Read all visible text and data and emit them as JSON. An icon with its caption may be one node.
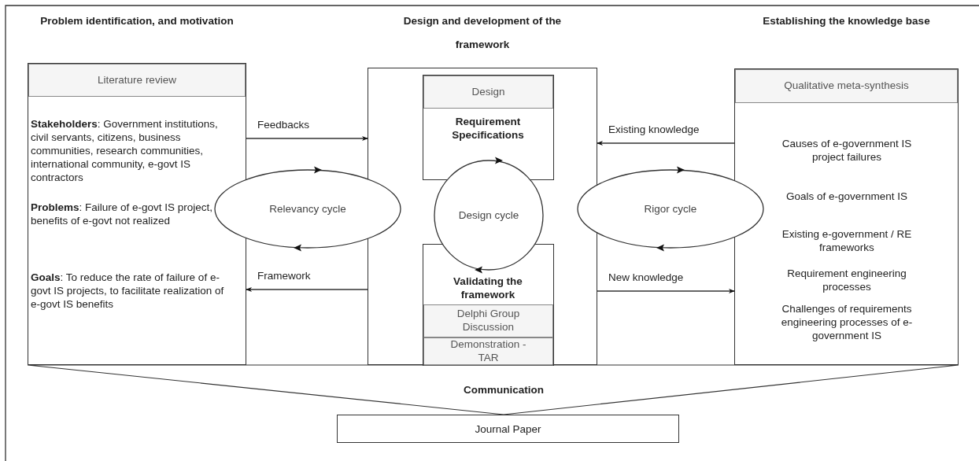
{
  "diagram": {
    "nodes": [
      {
        "text": [
          "Problem identification, and motivation",
          "Literature review",
          "**Stakeholders**: Government institutions, civil servants, citizens, business communities, research communities, international community, e-govt IS contractors",
          "**Problems**: Failure of e-govt IS project, benefits of e-govt not realized",
          "**Goals**: To reduce the rate of failure of e-govt IS projects, to facilitate realization of e-govt IS benefits"
        ]
      },
      {
        "text": [
          "Design and development of the framework"
        ]
      },
      {
        "text": [
          "Design",
          "Requirement Specifications"
        ],
        "in": 1
      },
      {
        "text": [
          "Validating the framework",
          "Delphi Group Discussion",
          "Demonstration - TAR"
        ],
        "in": 1
      },
      {
        "text": [
          "Design cycle"
        ],
        "in": 1
      },
      {
        "text": [
          "Relevancy cycle"
        ]
      },
      {
        "text": [
          "Establishing the knowledge base",
          "Qualitative meta-synthesis",
          "Causes of e-government IS project failures",
          "Goals  of e-government IS",
          "Existing e-government / RE frameworks",
          "Requirement engineering processes",
          "Challenges of requirements engineering processes of e-government IS"
        ]
      },
      {
        "text": [
          "Rigor cycle"
        ]
      },
      {
        "text": [
          "Communication"
        ]
      },
      {
        "text": [
          "Journal Paper"
        ]
      }
    ],
    "edges": [
      {
        "from": 0,
        "to": 1,
        "arrow": "to",
        "label": "Feedbacks"
      },
      {
        "from": 1,
        "to": 0,
        "arrow": "to",
        "label": "Framework"
      },
      {
        "from": 6,
        "to": 1,
        "arrow": "to",
        "label": "Existing knowledge"
      },
      {
        "from": 1,
        "to": 6,
        "arrow": "to",
        "label": "New knowledge"
      }
    ]
  }
}
